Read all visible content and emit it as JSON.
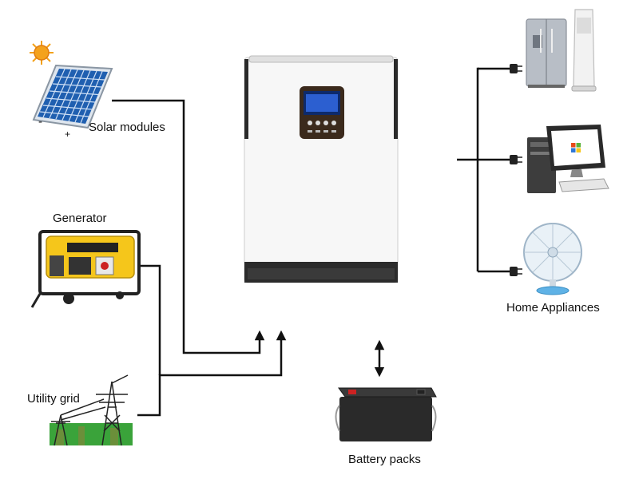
{
  "labels": {
    "solar": "Solar modules",
    "generator": "Generator",
    "utility": "Utility grid",
    "battery": "Battery packs",
    "home": "Home Appliances"
  },
  "solar_panel_signs": {
    "minus": "-",
    "plus": "+"
  },
  "icons": {
    "sun": "sun-icon",
    "solar": "solar-panel-icon",
    "generator": "generator-icon",
    "utility": "transmission-tower-icon",
    "inverter": "inverter-unit-icon",
    "battery": "battery-icon",
    "fridge": "refrigerator-icon",
    "tower_fan": "tower-fan-icon",
    "computer": "desktop-computer-icon",
    "fan": "desk-fan-icon",
    "plug": "power-plug-icon"
  },
  "colors": {
    "line": "#111111",
    "sun": "#f4a21c",
    "solar_cell": "#1f5fb0",
    "generator_body": "#f5c61b",
    "battery_body": "#2a2a2a",
    "inverter_body": "#f7f7f7",
    "grass": "#3aa33a"
  }
}
